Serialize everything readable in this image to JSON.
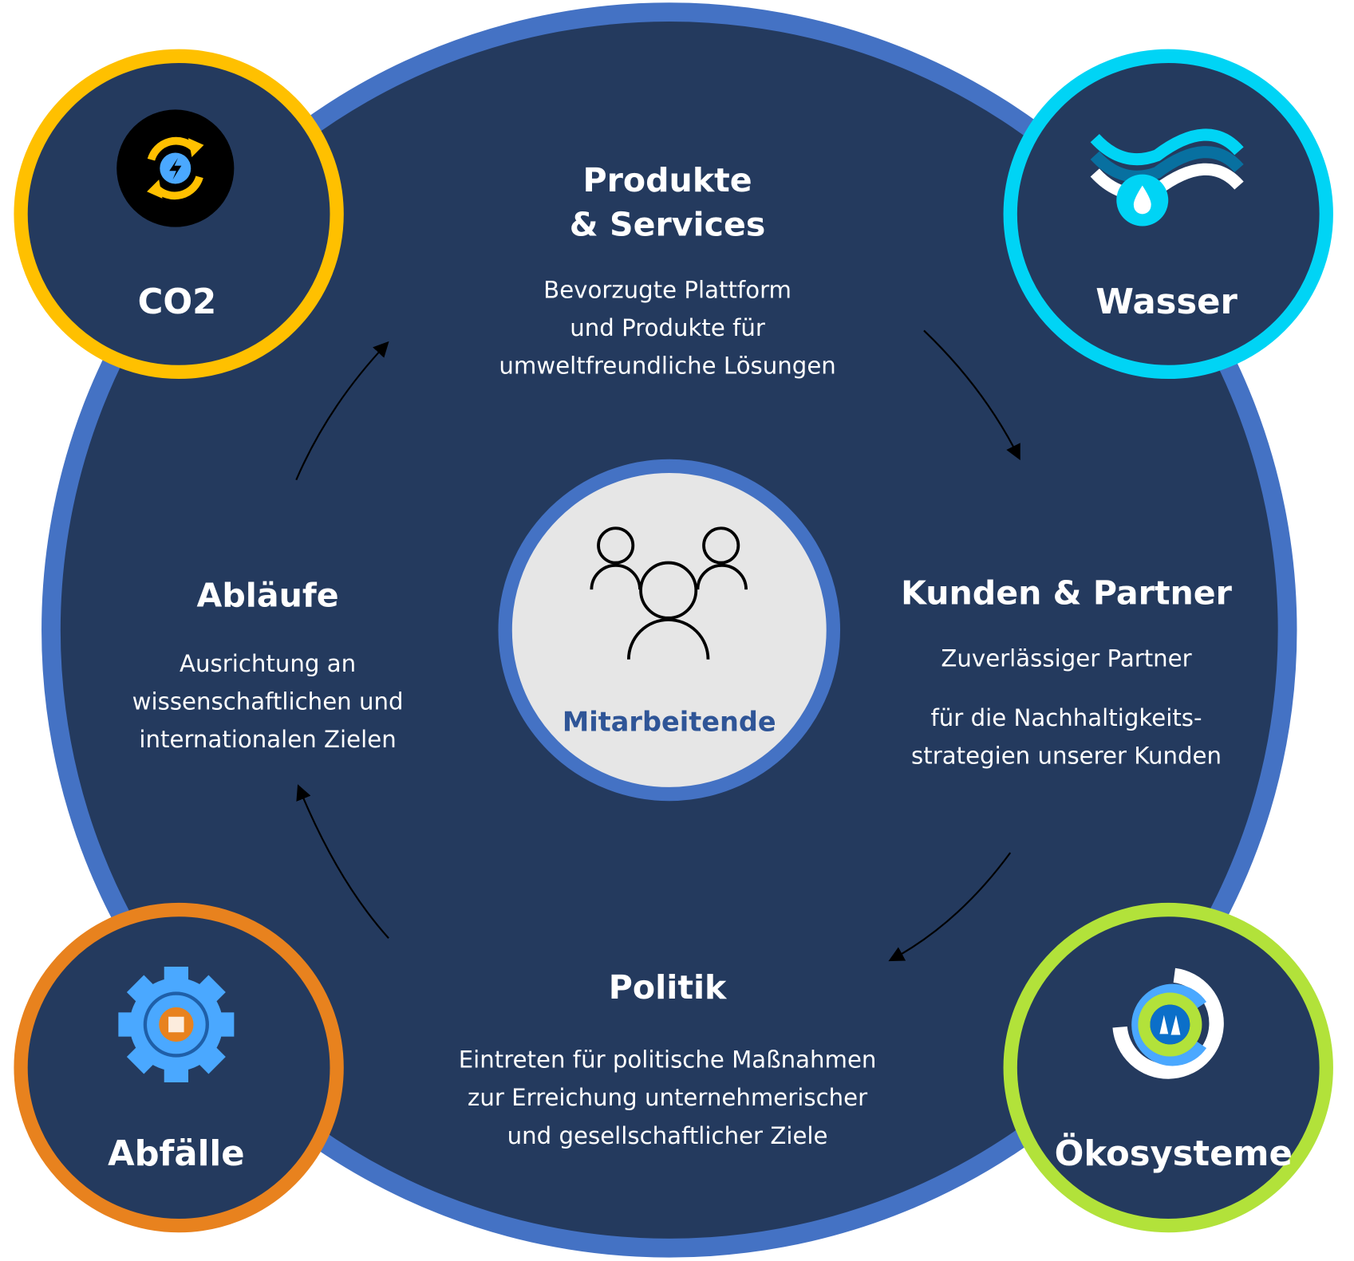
{
  "colors": {
    "background_circle": "#243a5e",
    "outer_ring": "#4472c4",
    "center_fill": "#e6e6e6",
    "co2": "#ffc000",
    "wasser": "#00d4f5",
    "abfaelle": "#e8821e",
    "oekosysteme": "#b2e23a"
  },
  "segments": {
    "produkte": {
      "title_lines": [
        "Produkte",
        "& Services"
      ],
      "body_lines": [
        "Bevorzugte Plattform",
        "und Produkte für",
        "umweltfreundliche Lösungen"
      ]
    },
    "kunden": {
      "title": "Kunden & Partner",
      "body_lines": [
        "Zuverlässiger Partner",
        "für die Nachhaltigkeits-",
        "strategien unserer Kunden"
      ]
    },
    "politik": {
      "title": "Politik",
      "body_lines": [
        "Eintreten für politische Maßnahmen",
        "zur Erreichung unternehmerischer",
        "und gesellschaftlicher Ziele"
      ]
    },
    "ablaeufe": {
      "title": "Abläufe",
      "body_lines": [
        "Ausrichtung an",
        "wissenschaftlichen und",
        "internationalen Zielen"
      ]
    }
  },
  "center": {
    "label": "Mitarbeitende",
    "icon": "people-group-icon"
  },
  "corners": {
    "co2": {
      "label": "CO2",
      "icon": "carbon-cycle-icon"
    },
    "wasser": {
      "label": "Wasser",
      "icon": "water-waves-icon"
    },
    "abfaelle": {
      "label": "Abfälle",
      "icon": "waste-recycle-gear-icon"
    },
    "oekosysteme": {
      "label": "Ökosysteme",
      "icon": "ecosystem-rings-icon"
    }
  }
}
